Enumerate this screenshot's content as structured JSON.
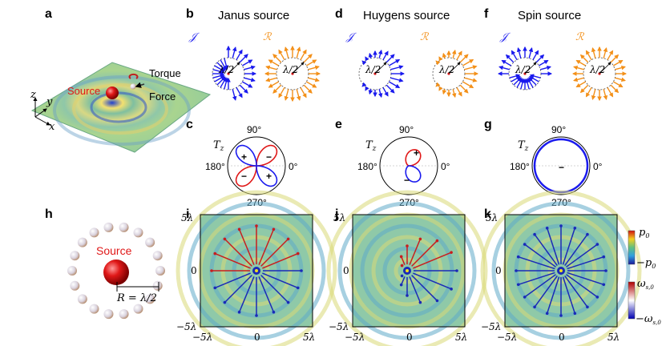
{
  "panels": {
    "a": {
      "label": "a",
      "source": "Source",
      "torque": "Torque",
      "force": "Force",
      "axes": {
        "x": "x",
        "y": "y",
        "z": "z"
      }
    },
    "b": {
      "label": "b",
      "title": "Janus source"
    },
    "c": {
      "label": "c",
      "torque_label": "T",
      "torque_sub": "z"
    },
    "d": {
      "label": "d",
      "title": "Huygens source"
    },
    "e": {
      "label": "e"
    },
    "f": {
      "label": "f",
      "title": "Spin source"
    },
    "g": {
      "label": "g"
    },
    "h": {
      "label": "h",
      "source": "Source",
      "radius_label": "R = λ/2"
    },
    "i": {
      "label": "i"
    },
    "j": {
      "label": "j"
    },
    "k": {
      "label": "k"
    }
  },
  "symbols": {
    "J": "𝒥",
    "R": "ℛ",
    "half_wave": "λ/2",
    "plus": "+",
    "minus": "−"
  },
  "polar_ticks": {
    "top": "90°",
    "left": "180°",
    "right": "0°",
    "bottom": "270°"
  },
  "map_ticks": {
    "y_top": "5λ",
    "y_mid": "0",
    "y_bottom": "−5λ",
    "x_left": "−5λ",
    "x_mid": "0",
    "x_right": "5λ"
  },
  "colorbars": {
    "pressure": {
      "top": "p",
      "top_sub": "0",
      "bottom": "−p",
      "bottom_sub": "0"
    },
    "spin": {
      "top": "ω",
      "top_sub": "s,0",
      "bottom": "−ω",
      "bottom_sub": "s,0"
    }
  },
  "colors": {
    "blue": "#1a1aee",
    "orange": "#f39019",
    "red": "#e01818",
    "field_bg": "#8fc9a8"
  }
}
